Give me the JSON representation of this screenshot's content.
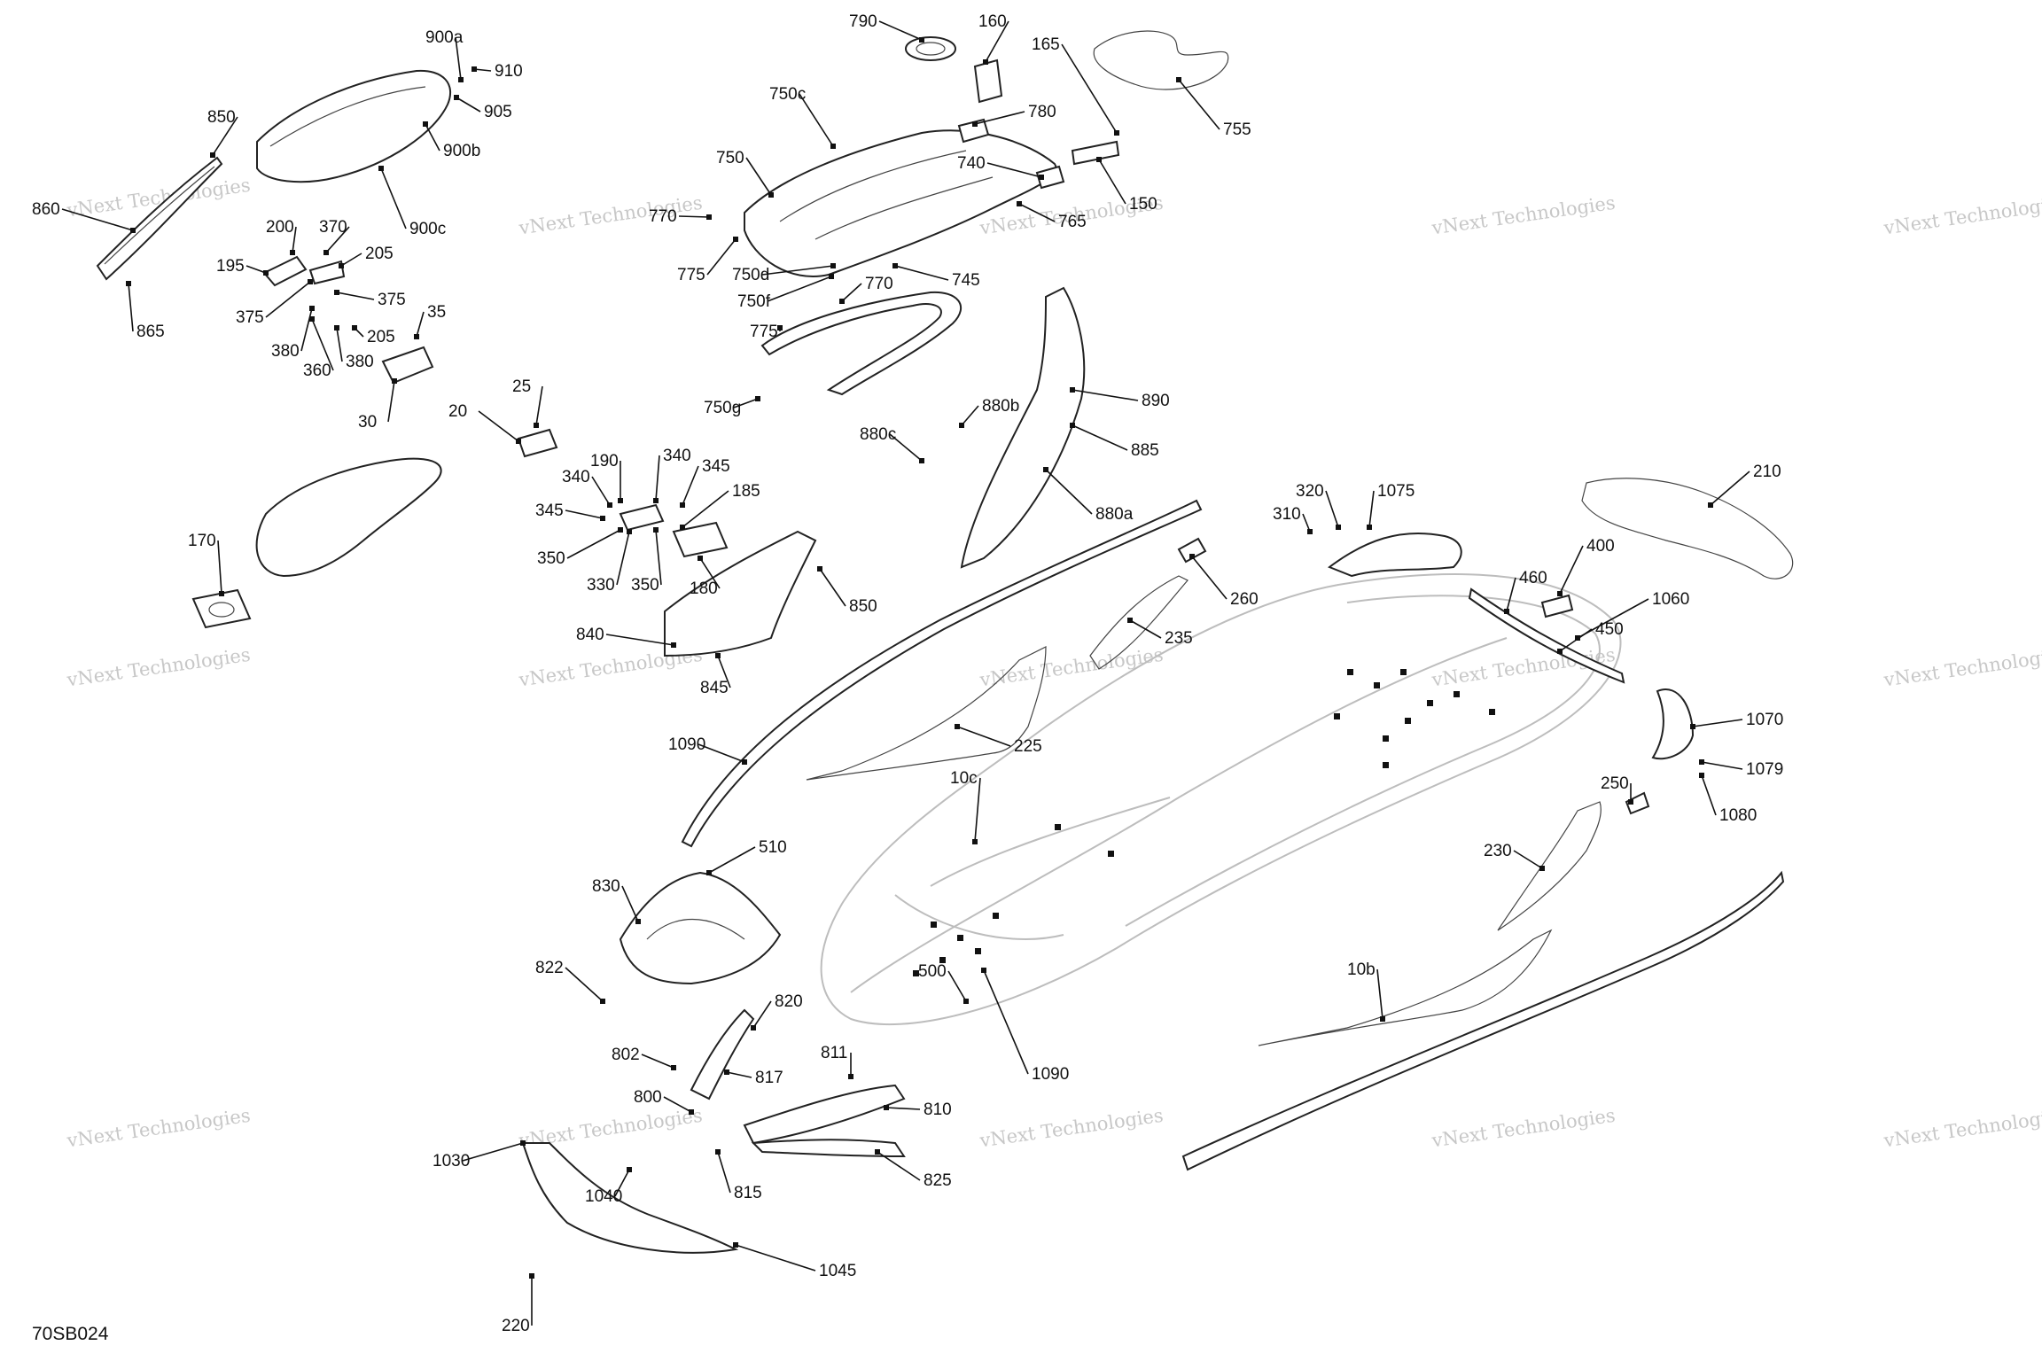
{
  "document_id": "70SB024",
  "watermark": "vNext Technologies",
  "labels": [
    "900a",
    "910",
    "905",
    "900b",
    "900c",
    "850",
    "860",
    "865",
    "200",
    "195",
    "370",
    "205",
    "375",
    "375",
    "380",
    "360",
    "380",
    "205",
    "35",
    "30",
    "790",
    "160",
    "165",
    "755",
    "750c",
    "780",
    "740",
    "150",
    "750",
    "770",
    "775",
    "750d",
    "750f",
    "770",
    "745",
    "765",
    "775",
    "750g",
    "25",
    "20",
    "880b",
    "890",
    "880c",
    "885",
    "880a",
    "190",
    "340",
    "345",
    "340",
    "185",
    "345",
    "350",
    "330",
    "350",
    "180",
    "850",
    "170",
    "840",
    "845",
    "320",
    "1075",
    "310",
    "210",
    "400",
    "460",
    "1060",
    "450",
    "260",
    "235",
    "1070",
    "1079",
    "1080",
    "1090",
    "225",
    "10c",
    "250",
    "230",
    "500",
    "510",
    "830",
    "822",
    "820",
    "802",
    "817",
    "811",
    "800",
    "810",
    "815",
    "825",
    "1040",
    "1030",
    "1045",
    "220",
    "10b",
    "1090"
  ]
}
